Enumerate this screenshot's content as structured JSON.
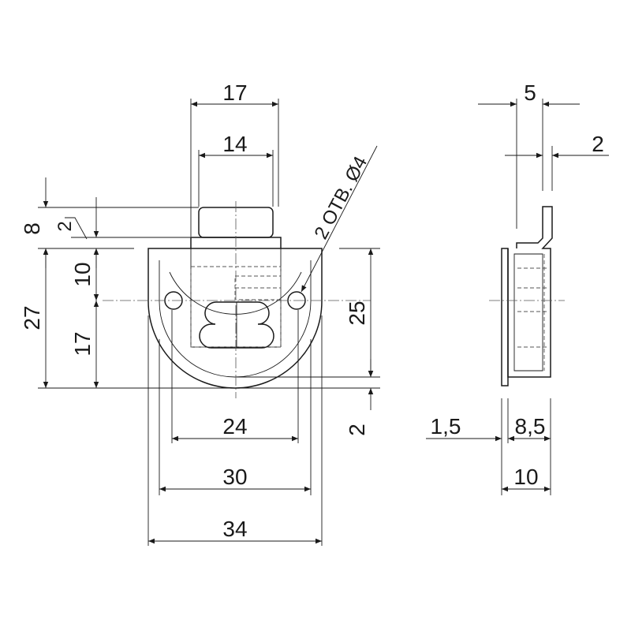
{
  "front_view": {
    "dims": {
      "w17": "17",
      "w14": "14",
      "h8": "8",
      "h2_top": "2",
      "h10": "10",
      "h27": "27",
      "h17": "17",
      "h25": "25",
      "h2_bottom": "2",
      "w24": "24",
      "w30": "30",
      "w34": "34"
    },
    "hole_note": "2 ОТВ. Ø4"
  },
  "side_view": {
    "dims": {
      "w5": "5",
      "w2": "2",
      "w1_5": "1,5",
      "w8_5": "8,5",
      "w10": "10"
    }
  }
}
